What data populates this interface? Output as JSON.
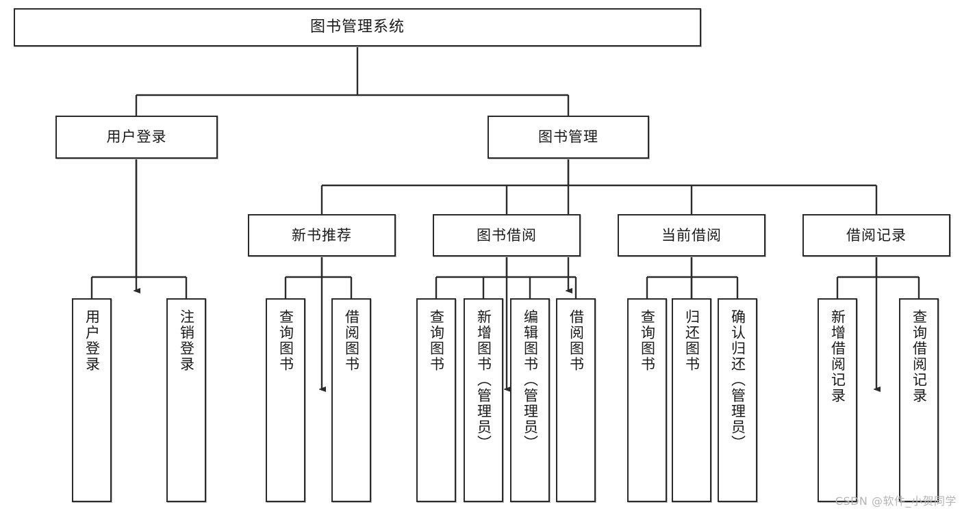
{
  "diagram": {
    "type": "tree-hierarchy-diagram",
    "title": "图书管理系统",
    "watermark": "CSDN @软件_小贺同学",
    "colors": {
      "box_border": "#2b2b2b",
      "box_fill": "#ffffff",
      "connector": "#2b2b2b",
      "text": "#1a1a1a",
      "watermark": "#b5b5b5",
      "background": "#ffffff"
    },
    "levels": {
      "root": "图书管理系统",
      "level2": [
        "用户登录",
        "图书管理"
      ],
      "level3": [
        "新书推荐",
        "图书借阅",
        "当前借阅",
        "借阅记录"
      ]
    },
    "nodes": {
      "root": {
        "label": "图书管理系统"
      },
      "user_login": {
        "label": "用户登录"
      },
      "book_manage": {
        "label": "图书管理"
      },
      "new_book_rec": {
        "label": "新书推荐"
      },
      "book_borrow": {
        "label": "图书借阅"
      },
      "current_borrow": {
        "label": "当前借阅"
      },
      "borrow_record": {
        "label": "借阅记录"
      },
      "leaves": {
        "user_login_1": {
          "label": "用户登录"
        },
        "user_login_2": {
          "label": "注销登录"
        },
        "new_book_rec_1": {
          "label": "查询图书"
        },
        "new_book_rec_2": {
          "label": "借阅图书"
        },
        "book_borrow_1": {
          "label": "查询图书"
        },
        "book_borrow_2": {
          "label": "新增图书（管理员）"
        },
        "book_borrow_3": {
          "label": "编辑图书（管理员）"
        },
        "book_borrow_4": {
          "label": "借阅图书"
        },
        "current_borrow_1": {
          "label": "查询图书"
        },
        "current_borrow_2": {
          "label": "归还图书"
        },
        "current_borrow_3": {
          "label": "确认归还（管理员）"
        },
        "borrow_record_1": {
          "label": "新增借阅记录"
        },
        "borrow_record_2": {
          "label": "查询借阅记录"
        }
      }
    },
    "edges": [
      {
        "from": "图书管理系统",
        "to": "用户登录"
      },
      {
        "from": "图书管理系统",
        "to": "图书管理"
      },
      {
        "from": "图书管理",
        "to": "新书推荐"
      },
      {
        "from": "图书管理",
        "to": "图书借阅"
      },
      {
        "from": "图书管理",
        "to": "当前借阅"
      },
      {
        "from": "图书管理",
        "to": "借阅记录"
      },
      {
        "from": "用户登录",
        "to": "用户登录"
      },
      {
        "from": "用户登录",
        "to": "注销登录"
      },
      {
        "from": "新书推荐",
        "to": "查询图书"
      },
      {
        "from": "新书推荐",
        "to": "借阅图书"
      },
      {
        "from": "图书借阅",
        "to": "查询图书"
      },
      {
        "from": "图书借阅",
        "to": "新增图书（管理员）"
      },
      {
        "from": "图书借阅",
        "to": "编辑图书（管理员）"
      },
      {
        "from": "图书借阅",
        "to": "借阅图书"
      },
      {
        "from": "当前借阅",
        "to": "查询图书"
      },
      {
        "from": "当前借阅",
        "to": "归还图书"
      },
      {
        "from": "当前借阅",
        "to": "确认归还（管理员）"
      },
      {
        "from": "借阅记录",
        "to": "新增借阅记录"
      },
      {
        "from": "借阅记录",
        "to": "查询借阅记录"
      }
    ]
  }
}
